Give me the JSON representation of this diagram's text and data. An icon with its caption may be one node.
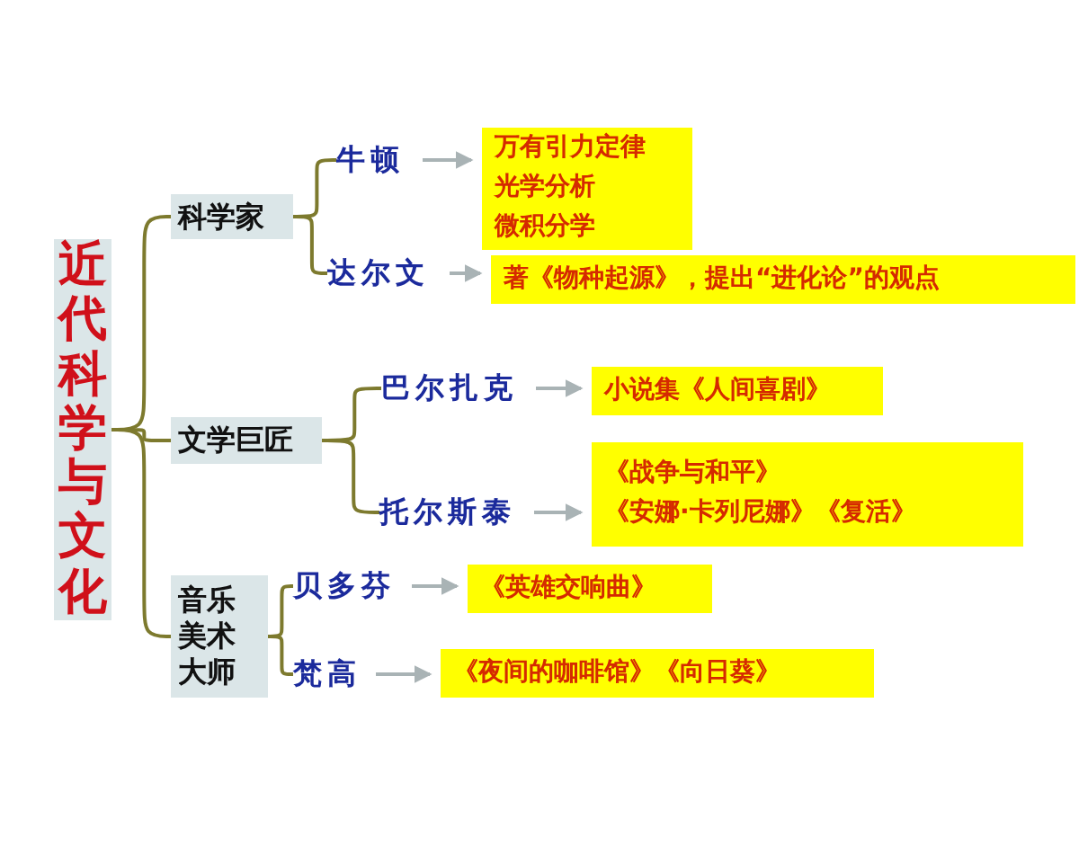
{
  "diagram": {
    "nodes": [
      {
        "text": [
          "近代科学与文化"
        ]
      },
      {
        "text": [
          "科学家"
        ]
      },
      {
        "text": [
          "文学巨匠"
        ]
      },
      {
        "text": [
          "音乐美术大师"
        ]
      },
      {
        "text": [
          "牛顿"
        ]
      },
      {
        "text": [
          "达尔文"
        ]
      },
      {
        "text": [
          "巴尔扎克"
        ]
      },
      {
        "text": [
          "托尔斯泰"
        ]
      },
      {
        "text": [
          "贝多芬"
        ]
      },
      {
        "text": [
          "梵高"
        ]
      },
      {
        "text": [
          "万有引力定律",
          "光学分析",
          "微积分学"
        ]
      },
      {
        "text": [
          "著《物种起源》，提出“进化论”的观点"
        ]
      },
      {
        "text": [
          "小说集《人间喜剧》"
        ]
      },
      {
        "text": [
          "《战争与和平》",
          "《安娜·卡列尼娜》《复活》"
        ]
      },
      {
        "text": [
          "《英雄交响曲》"
        ]
      },
      {
        "text": [
          "《夜间的咖啡馆》《向日葵》"
        ]
      }
    ],
    "edges": [
      {
        "from": 0,
        "to": 1,
        "arrow": "none"
      },
      {
        "from": 0,
        "to": 2,
        "arrow": "none"
      },
      {
        "from": 0,
        "to": 3,
        "arrow": "none"
      },
      {
        "from": 1,
        "to": 4,
        "arrow": "none"
      },
      {
        "from": 1,
        "to": 5,
        "arrow": "none"
      },
      {
        "from": 2,
        "to": 6,
        "arrow": "none"
      },
      {
        "from": 2,
        "to": 7,
        "arrow": "none"
      },
      {
        "from": 3,
        "to": 8,
        "arrow": "none"
      },
      {
        "from": 3,
        "to": 9,
        "arrow": "none"
      },
      {
        "from": 4,
        "to": 10,
        "arrow": "to",
        "color": "#a9b3b5"
      },
      {
        "from": 5,
        "to": 11,
        "arrow": "to",
        "color": "#a9b3b5"
      },
      {
        "from": 6,
        "to": 12,
        "arrow": "to",
        "color": "#a9b3b5"
      },
      {
        "from": 7,
        "to": 13,
        "arrow": "to",
        "color": "#a9b3b5"
      },
      {
        "from": 8,
        "to": 14,
        "arrow": "to",
        "color": "#a9b3b5"
      },
      {
        "from": 9,
        "to": 15,
        "arrow": "to",
        "color": "#a9b3b5"
      }
    ]
  }
}
